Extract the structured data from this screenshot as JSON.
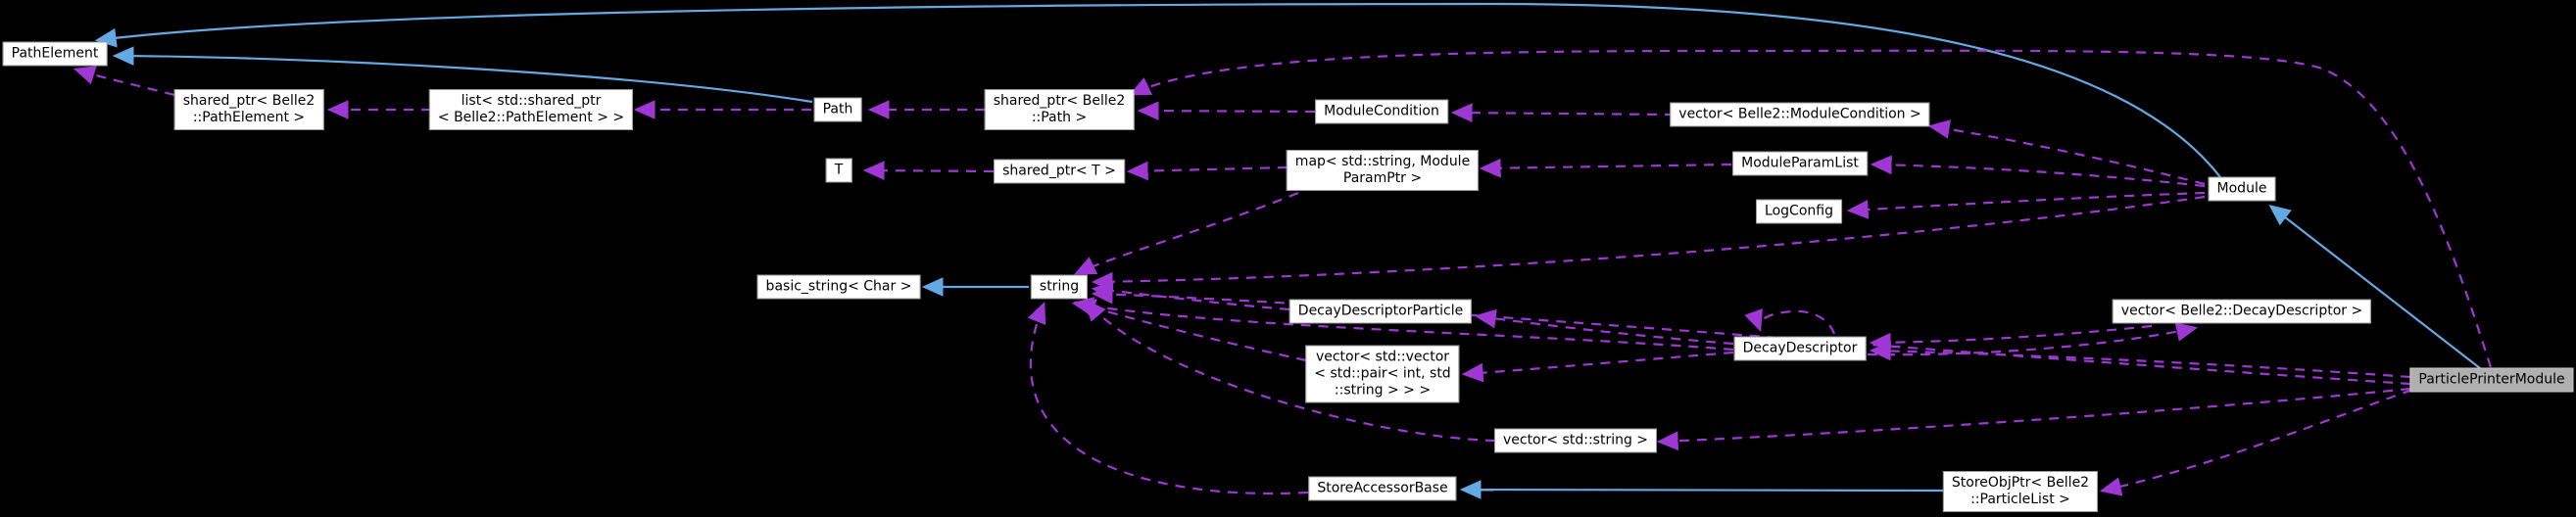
{
  "diagram": {
    "colors": {
      "background": "#000000",
      "inheritance_arrow": "#63a9e3",
      "usage_arrow": "#9e37d3",
      "node_background": "#ffffff",
      "node_border": "#9a9a9a",
      "node_text": "#000000",
      "focus_node_background": "#b0b0b0"
    },
    "nodes": [
      {
        "id": "PathElement",
        "label": "PathElement"
      },
      {
        "id": "shared_ptr_PathElement",
        "label": "shared_ptr< Belle2\n::PathElement >"
      },
      {
        "id": "list_shared_ptr_PathElement",
        "label": "list< std::shared_ptr\n< Belle2::PathElement > >"
      },
      {
        "id": "Path",
        "label": "Path"
      },
      {
        "id": "shared_ptr_Path",
        "label": "shared_ptr< Belle2\n::Path >"
      },
      {
        "id": "T",
        "label": "T"
      },
      {
        "id": "shared_ptr_T",
        "label": "shared_ptr< T >"
      },
      {
        "id": "ModuleCondition",
        "label": "ModuleCondition"
      },
      {
        "id": "map_string_ModuleParamPtr",
        "label": "map< std::string, Module\nParamPtr >"
      },
      {
        "id": "vector_ModuleCondition",
        "label": "vector< Belle2::ModuleCondition >"
      },
      {
        "id": "ModuleParamList",
        "label": "ModuleParamList"
      },
      {
        "id": "LogConfig",
        "label": "LogConfig"
      },
      {
        "id": "Module",
        "label": "Module"
      },
      {
        "id": "basic_string_Char",
        "label": "basic_string< Char >"
      },
      {
        "id": "string",
        "label": "string"
      },
      {
        "id": "DecayDescriptorParticle",
        "label": "DecayDescriptorParticle"
      },
      {
        "id": "vector_vector_pair_int_string",
        "label": "vector< std::vector\n< std::pair< int, std\n::string > > >"
      },
      {
        "id": "DecayDescriptor",
        "label": "DecayDescriptor"
      },
      {
        "id": "vector_DecayDescriptor",
        "label": "vector< Belle2::DecayDescriptor >"
      },
      {
        "id": "ParticlePrinterModule",
        "label": "ParticlePrinterModule"
      },
      {
        "id": "vector_string",
        "label": "vector< std::string >"
      },
      {
        "id": "StoreAccessorBase",
        "label": "StoreAccessorBase"
      },
      {
        "id": "StoreObjPtr_ParticleList",
        "label": "StoreObjPtr< Belle2\n::ParticleList >"
      }
    ],
    "edges": [
      {
        "from": "shared_ptr_PathElement",
        "to": "PathElement",
        "type": "usage"
      },
      {
        "from": "list_shared_ptr_PathElement",
        "to": "shared_ptr_PathElement",
        "type": "usage"
      },
      {
        "from": "Path",
        "to": "list_shared_ptr_PathElement",
        "type": "usage"
      },
      {
        "from": "Path",
        "to": "PathElement",
        "type": "inheritance"
      },
      {
        "from": "shared_ptr_Path",
        "to": "Path",
        "type": "usage"
      },
      {
        "from": "ModuleCondition",
        "to": "shared_ptr_Path",
        "type": "usage"
      },
      {
        "from": "ParticlePrinterModule",
        "to": "shared_ptr_Path",
        "type": "usage"
      },
      {
        "from": "vector_ModuleCondition",
        "to": "ModuleCondition",
        "type": "usage"
      },
      {
        "from": "Module",
        "to": "vector_ModuleCondition",
        "type": "usage"
      },
      {
        "from": "map_string_ModuleParamPtr",
        "to": "shared_ptr_T",
        "type": "usage"
      },
      {
        "from": "shared_ptr_T",
        "to": "T",
        "type": "usage"
      },
      {
        "from": "ModuleParamList",
        "to": "map_string_ModuleParamPtr",
        "type": "usage"
      },
      {
        "from": "Module",
        "to": "ModuleParamList",
        "type": "usage"
      },
      {
        "from": "Module",
        "to": "LogConfig",
        "type": "usage"
      },
      {
        "from": "Module",
        "to": "string",
        "type": "usage"
      },
      {
        "from": "Module",
        "to": "PathElement",
        "type": "inheritance"
      },
      {
        "from": "map_string_ModuleParamPtr",
        "to": "string",
        "type": "usage"
      },
      {
        "from": "string",
        "to": "basic_string_Char",
        "type": "inheritance"
      },
      {
        "from": "DecayDescriptorParticle",
        "to": "string",
        "type": "usage"
      },
      {
        "from": "DecayDescriptor",
        "to": "DecayDescriptorParticle",
        "type": "usage"
      },
      {
        "from": "DecayDescriptor",
        "to": "vector_vector_pair_int_string",
        "type": "usage"
      },
      {
        "from": "DecayDescriptor",
        "to": "DecayDescriptor",
        "type": "usage"
      },
      {
        "from": "DecayDescriptor",
        "to": "string",
        "type": "usage"
      },
      {
        "from": "vector_vector_pair_int_string",
        "to": "string",
        "type": "usage"
      },
      {
        "from": "vector_DecayDescriptor",
        "to": "DecayDescriptor",
        "type": "usage"
      },
      {
        "from": "DecayDescriptor",
        "to": "vector_DecayDescriptor",
        "type": "usage"
      },
      {
        "from": "ParticlePrinterModule",
        "to": "DecayDescriptor",
        "type": "usage"
      },
      {
        "from": "ParticlePrinterModule",
        "to": "Module",
        "type": "inheritance"
      },
      {
        "from": "ParticlePrinterModule",
        "to": "string",
        "type": "usage"
      },
      {
        "from": "ParticlePrinterModule",
        "to": "vector_string",
        "type": "usage"
      },
      {
        "from": "ParticlePrinterModule",
        "to": "StoreObjPtr_ParticleList",
        "type": "usage"
      },
      {
        "from": "vector_string",
        "to": "string",
        "type": "usage"
      },
      {
        "from": "StoreAccessorBase",
        "to": "string",
        "type": "usage"
      },
      {
        "from": "StoreObjPtr_ParticleList",
        "to": "StoreAccessorBase",
        "type": "inheritance"
      }
    ]
  }
}
